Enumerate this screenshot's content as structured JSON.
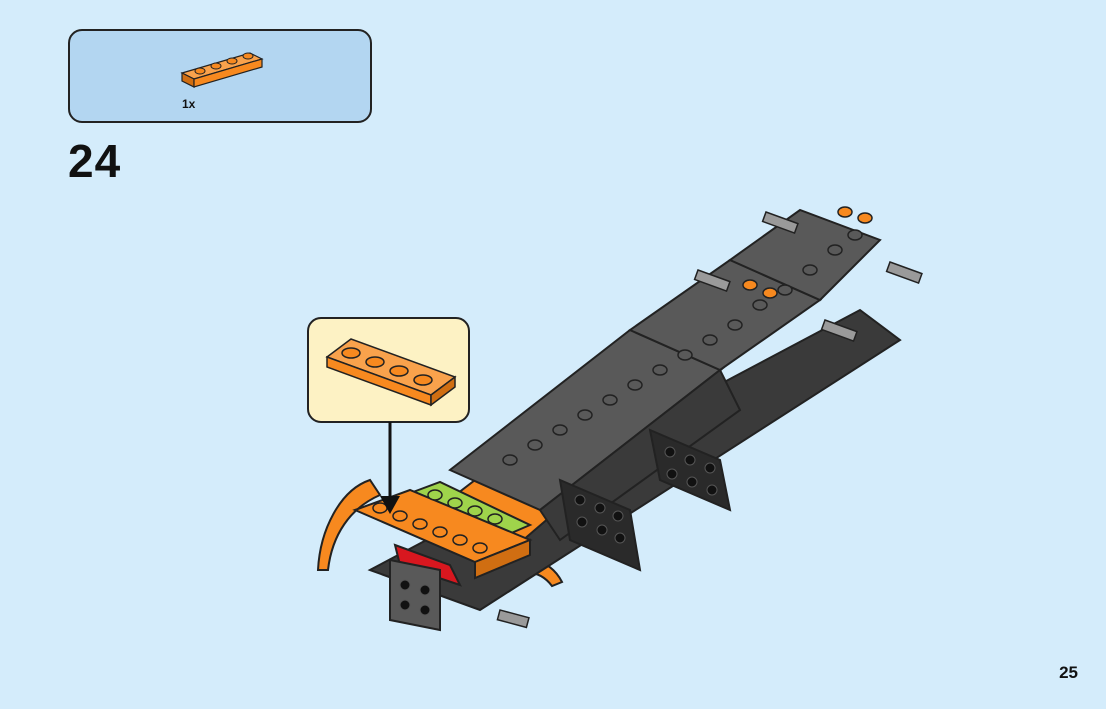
{
  "parts_list": {
    "items": [
      {
        "quantity": "1x",
        "part": "plate-1x4-orange-icon",
        "color": "#f7891f"
      }
    ]
  },
  "step": {
    "number": "24"
  },
  "callout": {
    "part": "plate-1x4-orange-icon"
  },
  "page": {
    "number": "25"
  },
  "colors": {
    "background": "#d4ecfb",
    "parts_box": "#b3d6f1",
    "callout_box": "#fdf2c4",
    "orange": "#f7891f",
    "dark_gray": "#595959",
    "black": "#2a2a2a",
    "lime": "#9fd44b",
    "red": "#d8171f"
  }
}
